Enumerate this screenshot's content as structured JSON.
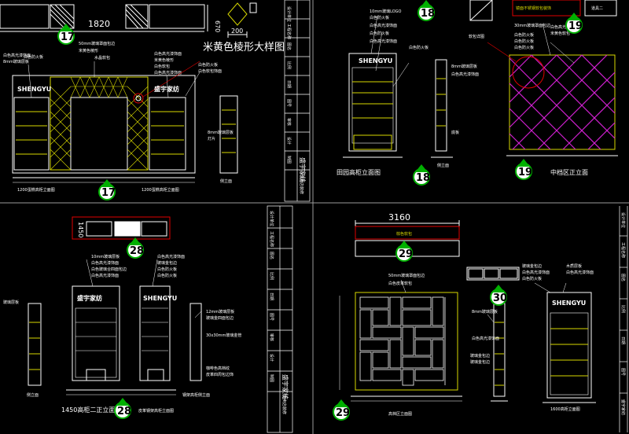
{
  "colors": {
    "background": "#000000",
    "line_white": "#ffffff",
    "line_yellow": "#d8d800",
    "line_magenta": "#d020d0",
    "line_green": "#00c000",
    "line_red": "#e00000",
    "line_grey": "#9a9a9a",
    "badge_fill": "#ffffff",
    "badge_arrow": "#00b000"
  },
  "panels": [
    {
      "id": "p17",
      "detail_badge_top": "17",
      "detail_badge_bottom": "17",
      "dim_top": "1820",
      "dim_side": "670",
      "dim_small": "200",
      "caption": "米黄色棱形大样图",
      "title_bottom": "1200蛋糕高柜立面图",
      "left_brand": "SHENGYU",
      "right_brand": "盛宇家纺",
      "notes": [
        "50mm玻璃罩面包边",
        "米黄色棱形",
        "白色防火板",
        "水晶软包",
        "白色高光漆饰面",
        "8mm玻璃层板",
        "白色防火板",
        "白色高光漆饰面",
        "米黄色棱形",
        "白色软包",
        "白色高光漆饰面",
        "白色防火板",
        "白色软包饰面",
        "8mm玻璃层板",
        "灯片"
      ]
    },
    {
      "id": "p18",
      "detail_badge": "18",
      "caption": "田园高柜立面图",
      "brand": "SHENGYU",
      "notes": [
        "10mm玻璃LOGO",
        "白色防火板",
        "白色高光漆饰面",
        "白色防火板",
        "白色高光漆饰面",
        "白色防火板",
        "8mm玻璃层板",
        "白色高光漆饰面",
        "底板"
      ]
    },
    {
      "id": "p19",
      "detail_badge_top": "19",
      "detail_badge_bottom": "19",
      "header_label": "镜面不锈钢软包装饰",
      "header_label_2": "道具二",
      "small_label": "软包详图",
      "caption": "中档区正立面",
      "notes": [
        "30mm玻璃罩面包边",
        "白色高光漆饰面",
        "米黄色软包",
        "白色防火板",
        "白色防火板",
        "白色防火板",
        "白色高光漆饰面"
      ]
    },
    {
      "id": "p28",
      "detail_badge_top": "28",
      "detail_badge_bottom": "28",
      "dim_side": "1450",
      "caption": "1450高柜二正立面",
      "caption_2": "皮革钢架高柜立面图",
      "caption_3": "钢架高柜侧立面",
      "caption_left": "侧立面",
      "brand_left": "盛宇家纺",
      "brand_right": "SHENGYU",
      "notes": [
        "10mm玻璃层板",
        "白色高光漆饰面",
        "白色玻璃合四面包边",
        "白色高光漆饰面",
        "白色高光漆饰面",
        "玻璃金包边",
        "白色防火板",
        "白色防火板",
        "玻璃层板",
        "12mm玻璃层板",
        "玻璃金四面包边",
        "30x30mm玻璃金管",
        "咖啡色高档纹",
        "皮革四周包边饰"
      ]
    },
    {
      "id": "p29",
      "detail_badge_top": "29",
      "detail_badge_bottom": "29",
      "dim_top": "3160",
      "header_label": "棕色软包",
      "caption": "高档区立面图",
      "notes": [
        "50mm玻璃罩面包边",
        "白色皮革软包"
      ]
    },
    {
      "id": "p30",
      "detail_badge": "30",
      "brand": "SHENGYU",
      "caption": "1600高柜立面图",
      "notes": [
        "玻璃金包边",
        "白色高光漆饰面",
        "白色防火板",
        "木质层板",
        "白色高光漆饰面",
        "8mm玻璃层板",
        "白色高光漆饰面",
        "玻璃金包边",
        "玻璃金包边"
      ]
    }
  ],
  "title_strips": [
    [
      "设计单位",
      "工程名称",
      "图名",
      "比例",
      "日期",
      "图号",
      "审核",
      "设计",
      "制图",
      "盛宇家纺",
      "专卖店装修"
    ],
    [
      "设计单位",
      "工程名称",
      "图名",
      "比例",
      "日期",
      "图号",
      "审核",
      "设计",
      "制图",
      "盛宇家纺",
      "专卖店装修"
    ],
    [
      "设计单位",
      "工程名称",
      "图名",
      "比例",
      "日期",
      "图号",
      "审核",
      "设计",
      "制图",
      "盛宇家纺",
      "专卖店装修"
    ]
  ]
}
